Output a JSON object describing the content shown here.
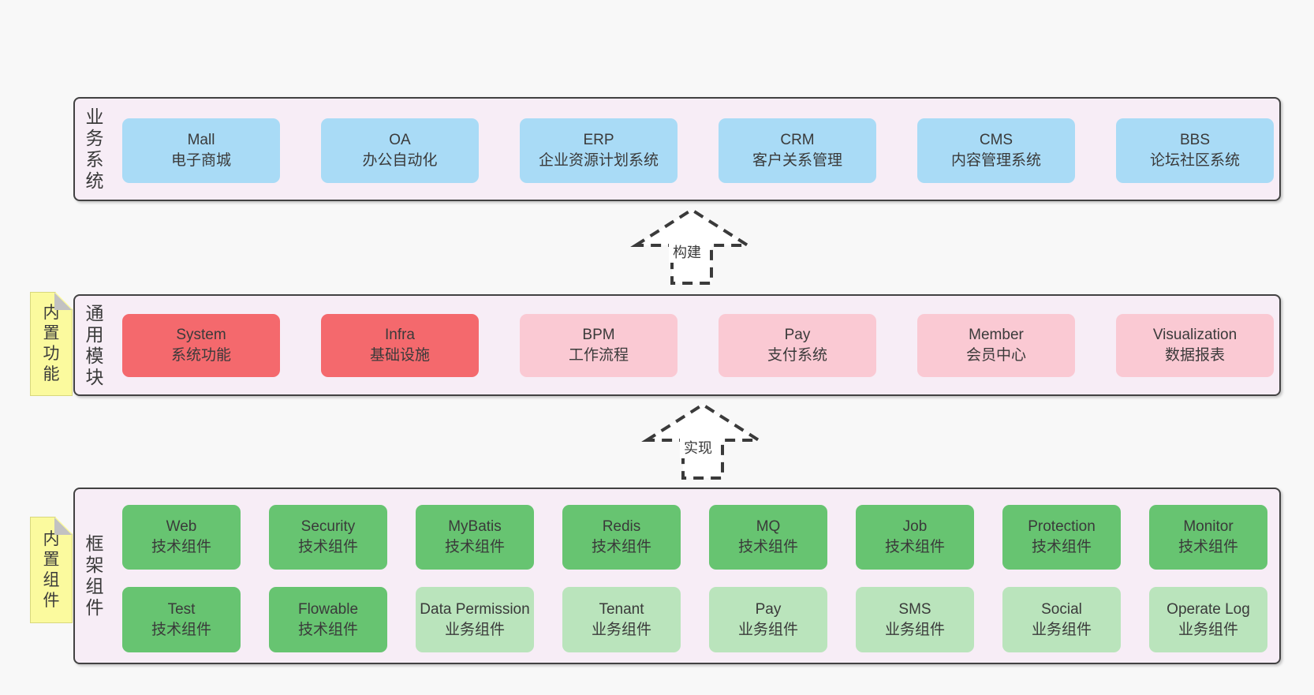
{
  "colors": {
    "page_bg": "#f8f8f8",
    "panel_bg": "#f7edf6",
    "panel_border": "#424242",
    "blue_box": "#a9dbf6",
    "red_box": "#f4696d",
    "pink_box": "#fac9d3",
    "green_dark_box": "#67c471",
    "green_light_box": "#bae4bc",
    "sticky_note": "#fbfa9e",
    "note_fold": "#c2c2c2",
    "text": "#3a3a3a"
  },
  "arrows": [
    {
      "label": "构建"
    },
    {
      "label": "实现"
    }
  ],
  "notes": [
    {
      "text": "内置功能"
    },
    {
      "text": "内置组件"
    }
  ],
  "sections": [
    {
      "label": "业务系统",
      "boxes": [
        {
          "en": "Mall",
          "zh": "电子商城"
        },
        {
          "en": "OA",
          "zh": "办公自动化"
        },
        {
          "en": "ERP",
          "zh": "企业资源计划系统"
        },
        {
          "en": "CRM",
          "zh": "客户关系管理"
        },
        {
          "en": "CMS",
          "zh": "内容管理系统"
        },
        {
          "en": "BBS",
          "zh": "论坛社区系统"
        }
      ]
    },
    {
      "label": "通用模块",
      "boxes": [
        {
          "en": "System",
          "zh": "系统功能"
        },
        {
          "en": "Infra",
          "zh": "基础设施"
        },
        {
          "en": "BPM",
          "zh": "工作流程"
        },
        {
          "en": "Pay",
          "zh": "支付系统"
        },
        {
          "en": "Member",
          "zh": "会员中心"
        },
        {
          "en": "Visualization",
          "zh": "数据报表"
        }
      ]
    },
    {
      "label": "框架组件",
      "rows": [
        [
          {
            "en": "Web",
            "zh": "技术组件"
          },
          {
            "en": "Security",
            "zh": "技术组件"
          },
          {
            "en": "MyBatis",
            "zh": "技术组件"
          },
          {
            "en": "Redis",
            "zh": "技术组件"
          },
          {
            "en": "MQ",
            "zh": "技术组件"
          },
          {
            "en": "Job",
            "zh": "技术组件"
          },
          {
            "en": "Protection",
            "zh": "技术组件"
          },
          {
            "en": "Monitor",
            "zh": "技术组件"
          }
        ],
        [
          {
            "en": "Test",
            "zh": "技术组件"
          },
          {
            "en": "Flowable",
            "zh": "技术组件"
          },
          {
            "en": "Data Permission",
            "zh": "业务组件"
          },
          {
            "en": "Tenant",
            "zh": "业务组件"
          },
          {
            "en": "Pay",
            "zh": "业务组件"
          },
          {
            "en": "SMS",
            "zh": "业务组件"
          },
          {
            "en": "Social",
            "zh": "业务组件"
          },
          {
            "en": "Operate Log",
            "zh": "业务组件"
          }
        ]
      ]
    }
  ]
}
